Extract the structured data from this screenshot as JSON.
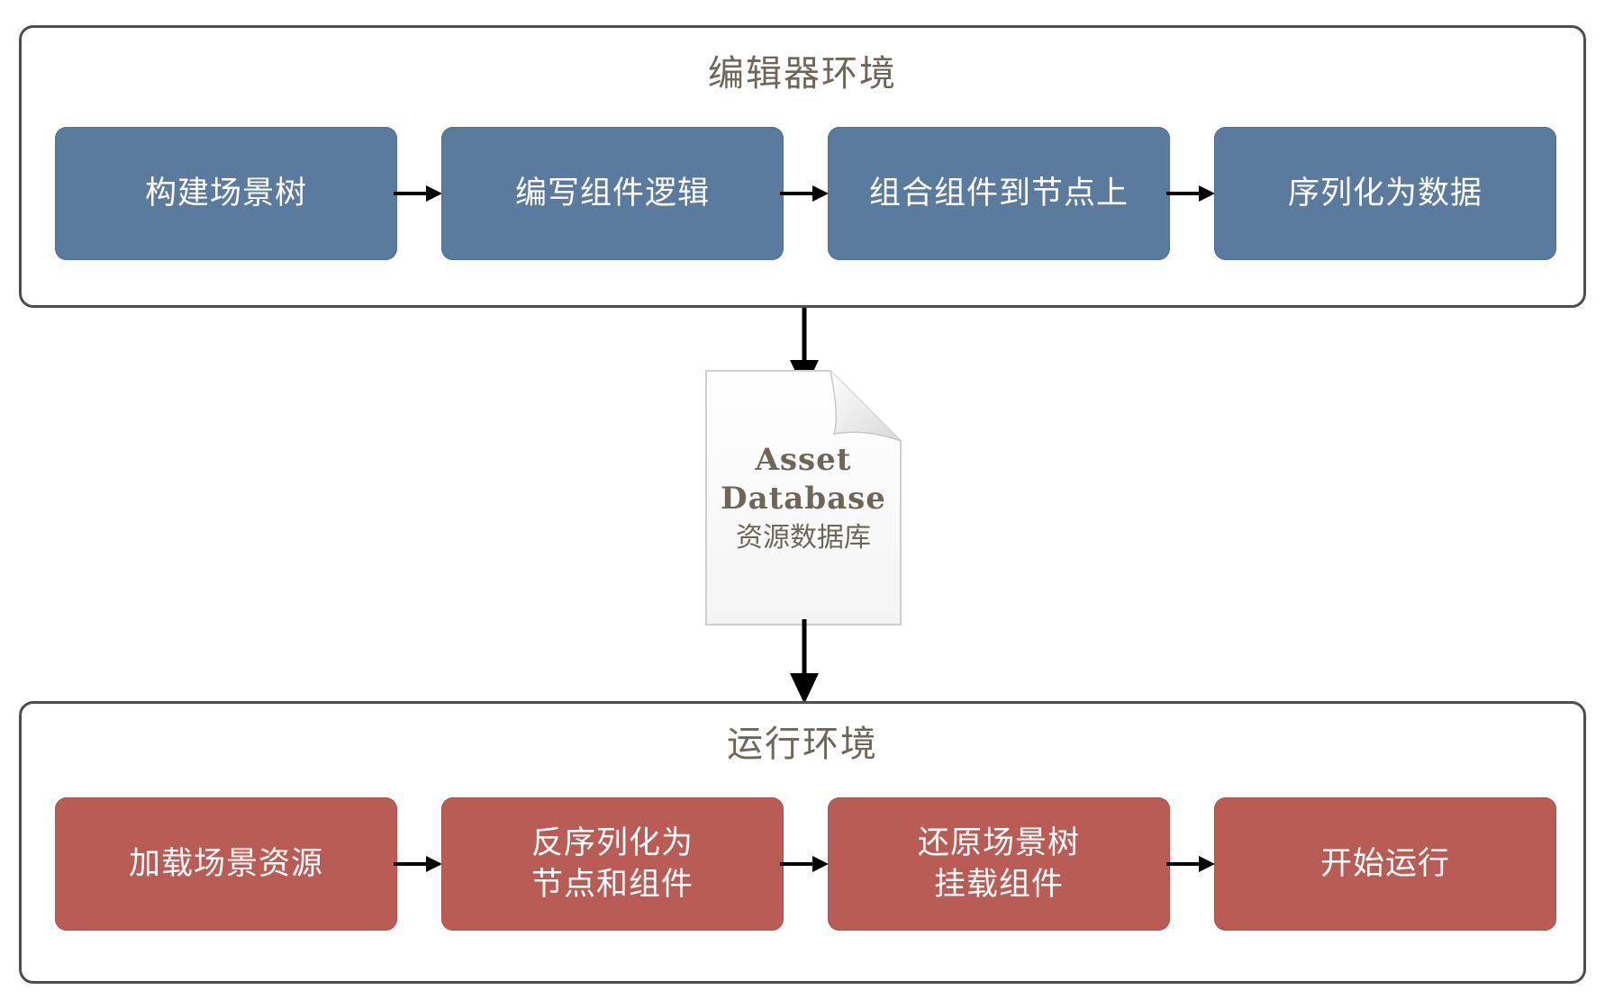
{
  "editor": {
    "title": "编辑器环境",
    "steps": [
      "构建场景树",
      "编写组件逻辑",
      "组合组件到节点上",
      "序列化为数据"
    ]
  },
  "database": {
    "line1": "Asset",
    "line2": "Database",
    "line3": "资源数据库"
  },
  "runtime": {
    "title": "运行环境",
    "steps": [
      "加载场景资源",
      "反序列化为\n节点和组件",
      "还原场景树\n挂载组件",
      "开始运行"
    ]
  },
  "colors": {
    "editor_step": "#5a7a9e",
    "runtime_step": "#b85c55",
    "title_text": "#6e6759",
    "panel_border": "#4d4d4d"
  }
}
